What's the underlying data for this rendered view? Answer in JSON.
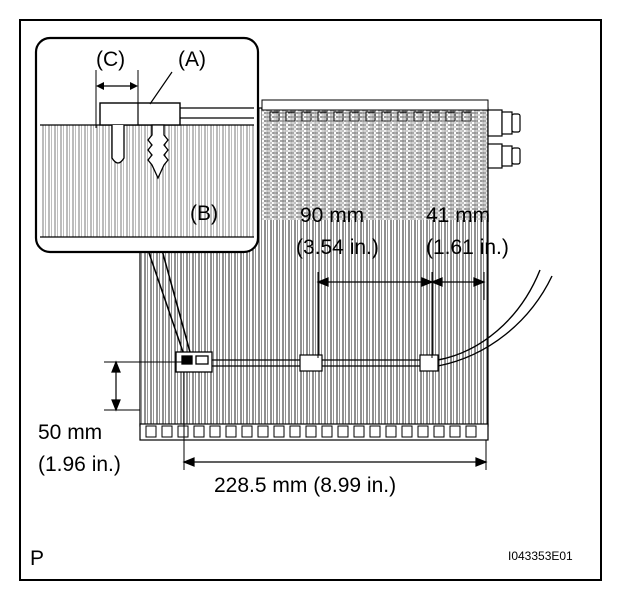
{
  "labels": {
    "callout_a": "(A)",
    "callout_b": "(B)",
    "callout_c": "(C)",
    "dim_90_mm": "90 mm",
    "dim_90_in": "(3.54 in.)",
    "dim_41_mm": "41 mm",
    "dim_41_in": "(1.61 in.)",
    "dim_50_mm": "50 mm",
    "dim_50_in": "(1.96 in.)",
    "dim_total": "228.5 mm (8.99 in.)",
    "corner_mark": "P",
    "figure_id": "I043353E01"
  }
}
